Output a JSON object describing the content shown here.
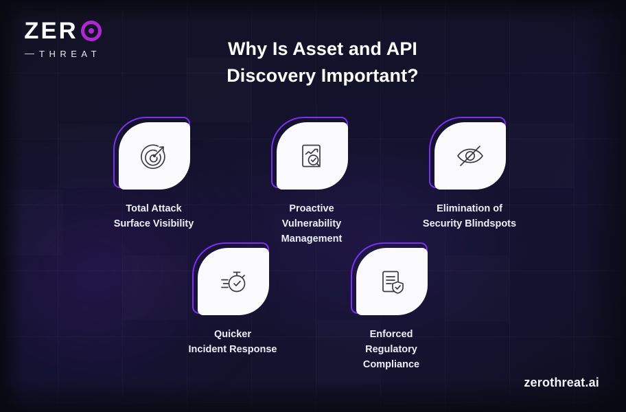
{
  "brand": {
    "logo_zero": "ZER",
    "logo_o_icon": "target-ring-icon",
    "logo_threat": "THREAT",
    "accent_color": "#b026d3",
    "outline_color": "#7b2ff7",
    "background_color": "#13122a",
    "card_color": "#fbfbfd"
  },
  "header": {
    "title_line1": "Why Is Asset and API",
    "title_line2": "Discovery Important?"
  },
  "cards": [
    {
      "icon": "radar-target-icon",
      "label_line1": "Total Attack",
      "label_line2": "Surface Visibility"
    },
    {
      "icon": "document-chart-search-icon",
      "label_line1": "Proactive",
      "label_line2": "Vulnerability Management"
    },
    {
      "icon": "eye-off-icon",
      "label_line1": "Elimination of",
      "label_line2": "Security Blindspots"
    },
    {
      "icon": "stopwatch-check-icon",
      "label_line1": "Quicker",
      "label_line2": "Incident Response"
    },
    {
      "icon": "document-shield-check-icon",
      "label_line1": "Enforced",
      "label_line2": "Regulatory Compliance"
    }
  ],
  "footer": {
    "site_url": "zerothreat.ai"
  }
}
